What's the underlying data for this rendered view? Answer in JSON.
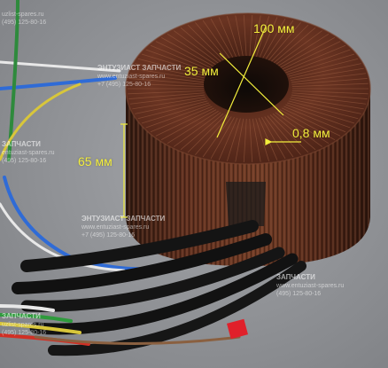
{
  "annotations": {
    "outer_diameter": "100 мм",
    "inner_diameter": "35 мм",
    "height": "65 мм",
    "wire": "0,8 мм"
  },
  "watermarks": [
    {
      "line1": "uzlist-spares.ru",
      "line2": "(495) 125-80-16"
    },
    {
      "line1": "ЭНТУЗИАСТ ЗАПЧАСТИ",
      "line2": "www.entuziast-spares.ru",
      "line3": "+7 (495) 125-80-16"
    },
    {
      "line1": "ЗАПЧАСТИ",
      "line2": "entuziast-spares.ru",
      "line3": "(495) 125-80-16"
    },
    {
      "line1": "ЭНТУЗИАСТ ЗАПЧАСТИ",
      "line2": "www.entuziast-spares.ru",
      "line3": "+7 (495) 125-80-16"
    },
    {
      "line1": "ЗАПЧАСТИ",
      "line2": "www.entuziast-spares.ru",
      "line3": "(495) 125-80-16"
    },
    {
      "line1": "ЗАПЧАСТИ",
      "line2": "uzlist-spares.ru",
      "line3": "(495) 125-80-16"
    }
  ],
  "colors": {
    "annotation": "#f3ee3c",
    "background": "#8d8f93",
    "copper": "#5a2a1c"
  }
}
